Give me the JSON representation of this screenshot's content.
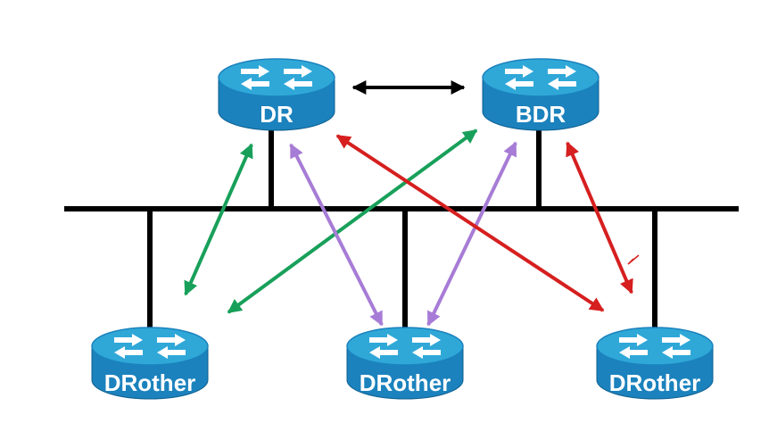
{
  "routers": {
    "dr": {
      "label": "DR"
    },
    "bdr": {
      "label": "BDR"
    },
    "drother_left": {
      "label": "DRother"
    },
    "drother_middle": {
      "label": "DRother"
    },
    "drother_right": {
      "label": "DRother"
    }
  },
  "colors": {
    "router_top": "#2fa8d8",
    "router_body": "#1b82bd",
    "router_edge": "#0e5f8f",
    "network_line": "#000000",
    "arrow_dr_bdr": "#000000",
    "arrow_green": "#18a05a",
    "arrow_purple": "#a77cd6",
    "arrow_red": "#d61f1f"
  }
}
